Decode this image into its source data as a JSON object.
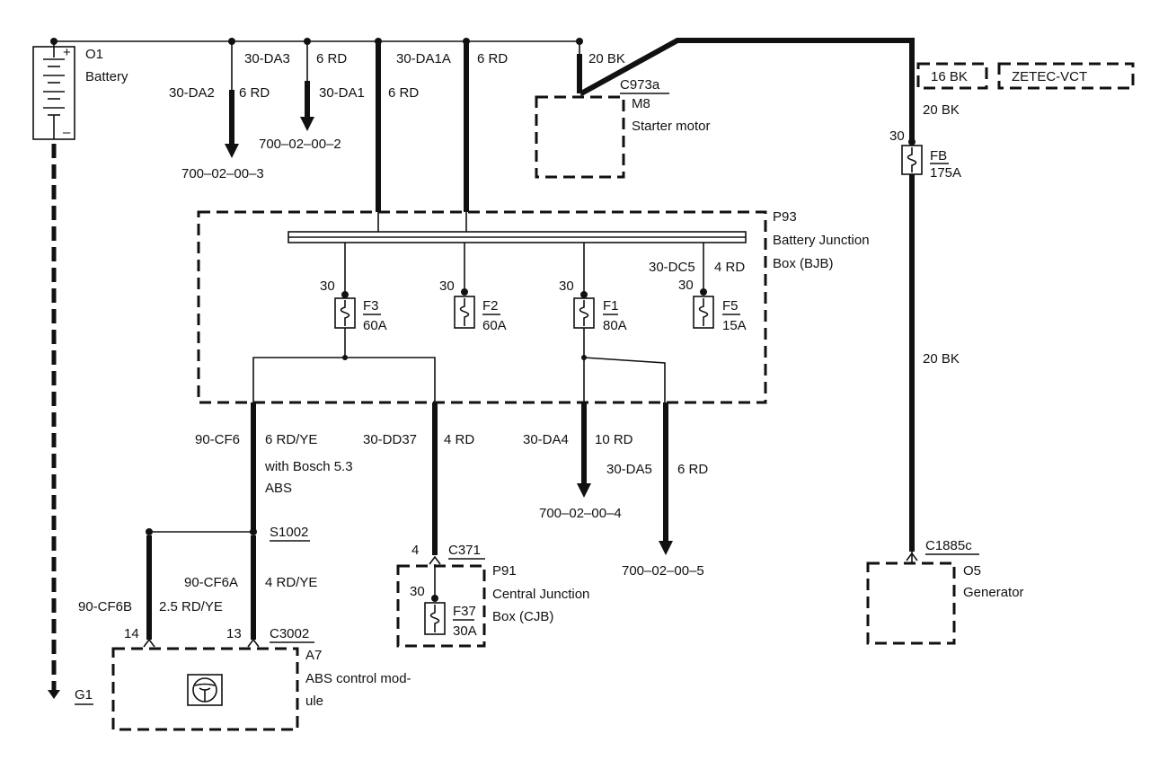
{
  "battery": {
    "id": "O1",
    "name": "Battery",
    "plus": "+",
    "minus": "–"
  },
  "ground": {
    "id": "G1"
  },
  "wires": {
    "da3": "30-DA3",
    "da3_size": "6 RD",
    "da2": "30-DA2",
    "da2_size": "6 RD",
    "da1": "30-DA1",
    "da1_size": "6 RD",
    "da1a": "30-DA1A",
    "da1a_size": "6 RD",
    "starter_feed": "20 BK",
    "gen_16bk": "16 BK",
    "gen_20bk_top": "20 BK",
    "gen_20bk_mid": "20 BK",
    "cf6": "90-CF6",
    "cf6_size": "6 RD/YE",
    "dd37": "30-DD37",
    "dd37_size": "4 RD",
    "da4": "30-DA4",
    "da4_size": "10 RD",
    "da5": "30-DA5",
    "da5_size": "6 RD",
    "dc5": "30-DC5",
    "dc5_size": "4 RD",
    "cf6a": "90-CF6A",
    "cf6a_size": "4 RD/YE",
    "cf6b": "90-CF6B",
    "cf6b_size": "2.5 RD/YE"
  },
  "refs": {
    "r3": "700–02–00–3",
    "r2": "700–02–00–2",
    "r4": "700–02–00–4",
    "r5": "700–02–00–5"
  },
  "engine_variant": "ZETEC-VCT",
  "starter": {
    "connector": "C973a",
    "id": "M8",
    "name": "Starter motor"
  },
  "fuse_fb": {
    "pin": "30",
    "id": "FB",
    "rating": "175A"
  },
  "bjb": {
    "id": "P93",
    "name_line1": "Battery Junction",
    "name_line2": "Box (BJB)"
  },
  "bjb_fuses": [
    {
      "pin": "30",
      "id": "F3",
      "rating": "60A"
    },
    {
      "pin": "30",
      "id": "F2",
      "rating": "60A"
    },
    {
      "pin": "30",
      "id": "F1",
      "rating": "80A"
    },
    {
      "pin": "30",
      "id": "F5",
      "rating": "15A"
    }
  ],
  "abs_note_line1": "with Bosch 5.3",
  "abs_note_line2": "ABS",
  "splice": "S1002",
  "cjb": {
    "pin": "4",
    "connector": "C371",
    "id": "P91",
    "name_line1": "Central Junction",
    "name_line2": "Box (CJB)",
    "fuse_pin": "30",
    "fuse_id": "F37",
    "fuse_rating": "30A"
  },
  "abs_module": {
    "pin_a": "14",
    "pin_b": "13",
    "connector": "C3002",
    "id": "A7",
    "name_line1": "ABS control mod-",
    "name_line2": "ule"
  },
  "generator": {
    "connector": "C1885c",
    "id": "O5",
    "name": "Generator"
  }
}
